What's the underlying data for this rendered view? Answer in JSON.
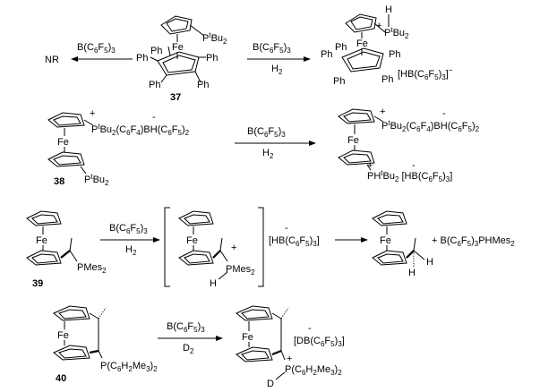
{
  "reaction1": {
    "left_product": "NR",
    "left_reagent": "B(C6F5)3",
    "compound_number": "37",
    "metal": "Fe",
    "phosphine_substituent": "PtBu2",
    "ring_substituent": "Ph",
    "right_reagent_top": "B(C6F5)3",
    "right_reagent_bottom": "H2",
    "product_H": "H",
    "product_phosphonium": "PtBu2",
    "product_anion": "[HB(C6F5)3]−"
  },
  "reaction2": {
    "compound_number": "38",
    "metal": "Fe",
    "zwitterion_chain": "PtBu2(C6F4)BH(C6F5)2",
    "lower_phosphine": "PtBu2",
    "reagent_top": "B(C6F5)3",
    "reagent_bottom": "H2",
    "product_chain": "PtBu2(C6F4)BH(C6F5)2",
    "product_lower": "PHtBu2 [HB(C6F5)3]"
  },
  "reaction3": {
    "compound_number": "39",
    "metal": "Fe",
    "phosphine": "PMes2",
    "reagent_top": "B(C6F5)3",
    "reagent_bottom": "H2",
    "intermediate_phosphonium": "PMes2",
    "intermediate_H": "H",
    "intermediate_anion": "[HB(C6F5)3]",
    "product_H": "H",
    "byproduct": "+ B(C6F5)3PHMes2"
  },
  "reaction4": {
    "compound_number": "40",
    "metal": "Fe",
    "phosphine": "P(C6H2Me3)2",
    "reagent_top": "B(C6F5)3",
    "reagent_bottom": "D2",
    "product_anion": "[DB(C6F5)3]",
    "product_phosphonium": "P(C6H2Me3)2",
    "product_D": "D"
  },
  "colors": {
    "ink": "#000000",
    "background": "#ffffff"
  }
}
